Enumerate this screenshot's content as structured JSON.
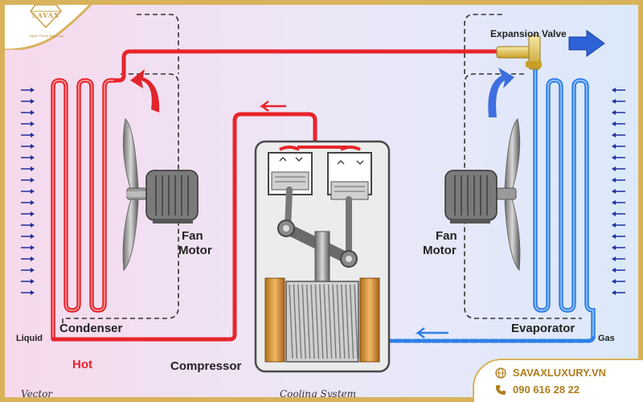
{
  "brand": {
    "name": "SAVAX",
    "tagline": "Nghệ Thuật Kim Loại",
    "website": "SAVAXLUXURY.VN",
    "phone": "090 616 28 22",
    "gold": "#d9b25c"
  },
  "diagram": {
    "labels": {
      "expansion_valve": "Expansion Valve",
      "fan_motor_left_1": "Fan",
      "fan_motor_left_2": "Motor",
      "fan_motor_right_1": "Fan",
      "fan_motor_right_2": "Motor",
      "condenser": "Condenser",
      "evaporator": "Evaporator",
      "compressor": "Compressor",
      "liquid": "Liquid",
      "gas": "Gas",
      "hot": "Hot",
      "caption_left": "Vector",
      "caption_bottom": "Cooling System"
    },
    "colors": {
      "hot_pipe": "#e8242b",
      "cold_pipe": "#2f7fe6",
      "hot_arrow": "#e0252b",
      "cold_arrow": "#3d6fe0",
      "hot_label": "#e8242b"
    },
    "icons": [
      "globe-icon",
      "phone-icon",
      "fan-blade-icon",
      "motor-icon",
      "piston-icon",
      "flow-arrow-icon"
    ]
  }
}
